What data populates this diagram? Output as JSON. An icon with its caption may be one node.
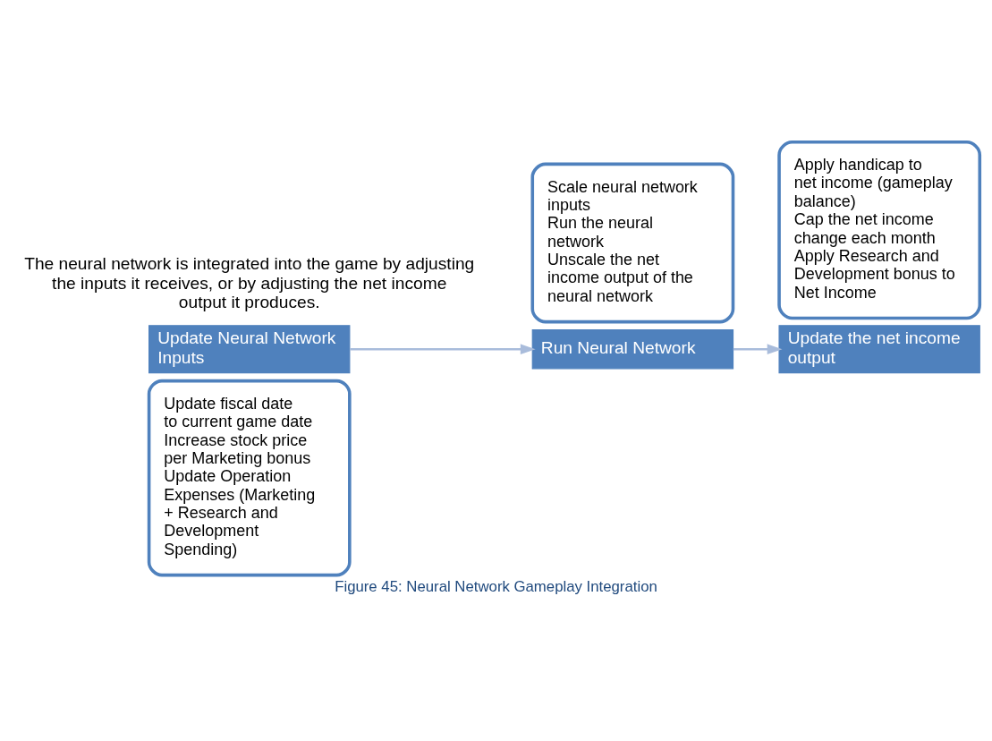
{
  "diagram": {
    "caption": "Figure 45: Neural Network Gameplay Integration",
    "nodes": [
      {
        "text": [
          "Update Neural Network Inputs"
        ]
      },
      {
        "text": [
          "Update fiscal date to current game date",
          "Increase stock price per Marketing bonus",
          "Update Operation Expenses (Marketing + Research and Development Spending)"
        ]
      },
      {
        "text": [
          "Run Neural Network"
        ]
      },
      {
        "text": [
          "Scale neural network inputs",
          "Run the neural network",
          "Unscale the net income output of the neural network"
        ]
      },
      {
        "text": [
          "Update the net income output"
        ]
      },
      {
        "text": [
          "Apply handicap to net income (gameplay balance)",
          "Cap the net income change each month",
          "Apply Research and Development bonus to Net Income"
        ]
      }
    ],
    "edges": [
      {
        "from": 0,
        "to": 2,
        "arrow": "to"
      },
      {
        "from": 2,
        "to": 4,
        "arrow": "to"
      }
    ],
    "labels": [
      "The neural network is integrated into the game by adjusting the inputs it receives, or by adjusting the net income output it produces."
    ]
  }
}
